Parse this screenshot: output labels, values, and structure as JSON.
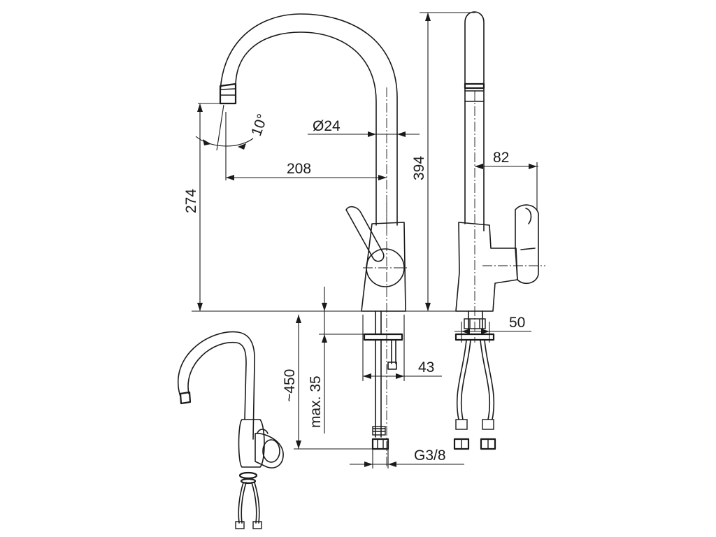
{
  "dimensions": {
    "diameter": "Ø24",
    "angle": "10°",
    "reach": "208",
    "spout_height": "274",
    "total_height": "394",
    "handle_offset": "82",
    "body_width": "50",
    "hose_length": "~450",
    "max_deck": "max. 35",
    "shank": "43",
    "thread": "G3/8"
  }
}
